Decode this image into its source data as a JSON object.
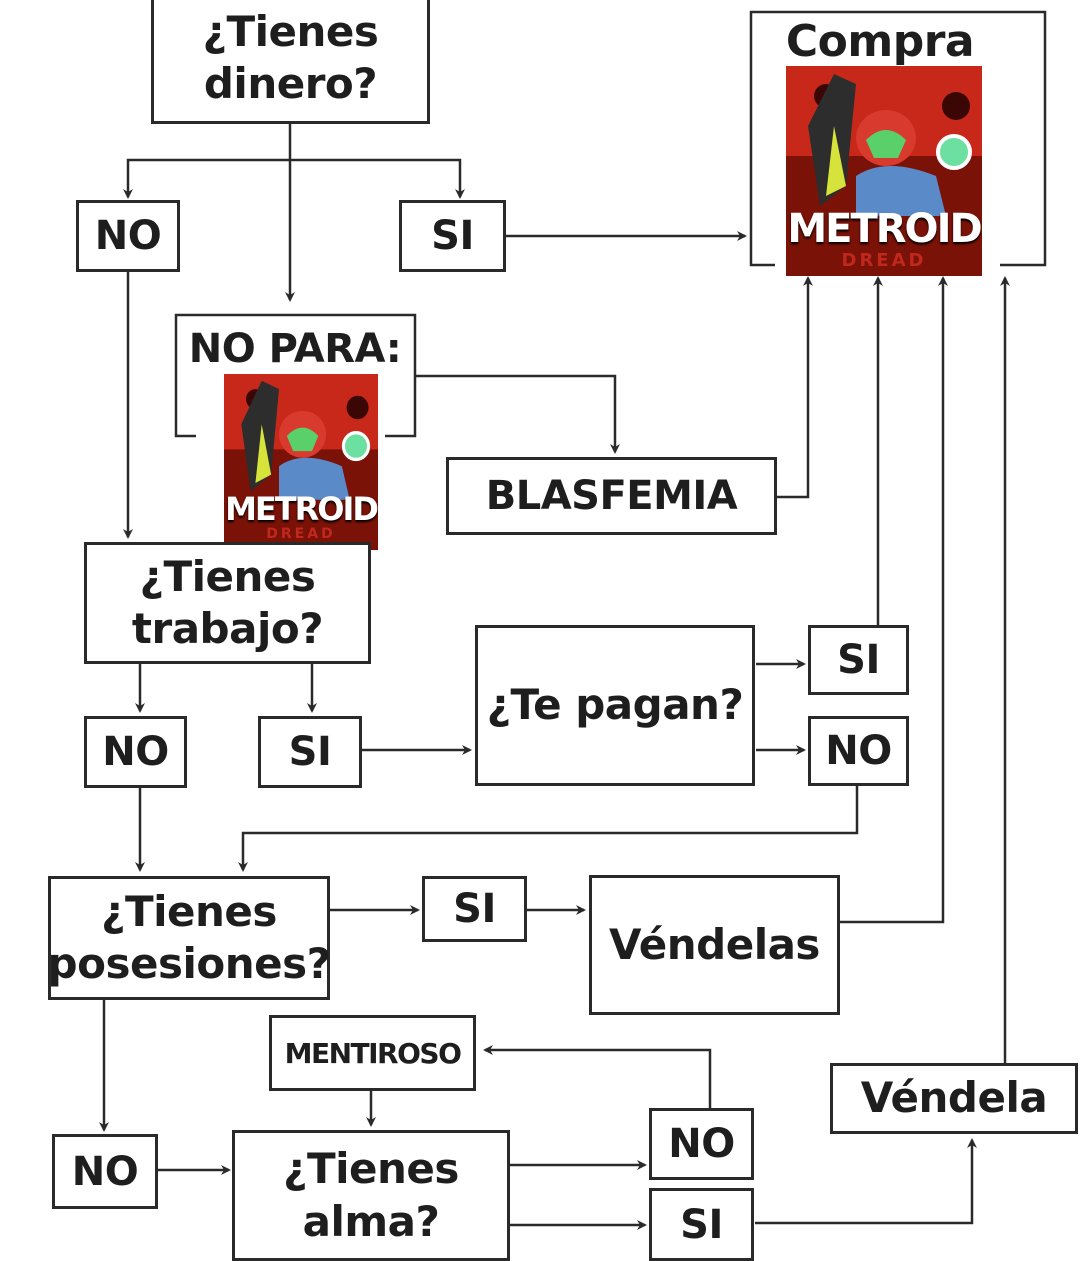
{
  "boxes": {
    "tienes_dinero": "¿Tienes\ndinero?",
    "no_dinero": "NO",
    "si_dinero": "SI",
    "compra": "Compra",
    "no_para": "NO PARA:",
    "blasfemia": "BLASFEMIA",
    "tienes_trabajo": "¿Tienes\ntrabajo?",
    "te_pagan": "¿Te pagan?",
    "si_pagan": "SI",
    "no_pagan": "NO",
    "no_trabajo": "NO",
    "si_trabajo": "SI",
    "tienes_posesiones": "¿Tienes\nposesiones?",
    "si_posesiones": "SI",
    "vendelas": "Véndelas",
    "mentiroso": "MENTIROSO",
    "vendela": "Véndela",
    "no_posesiones": "NO",
    "tienes_alma": "¿Tienes\nalma?",
    "no_alma": "NO",
    "si_alma": "SI"
  },
  "game_cover": {
    "title": "METROID",
    "subtitle": "DREAD"
  },
  "colors": {
    "line": "#2a2a2a",
    "cover_bg": "#7a1208",
    "cover_accent": "#c0271d"
  }
}
